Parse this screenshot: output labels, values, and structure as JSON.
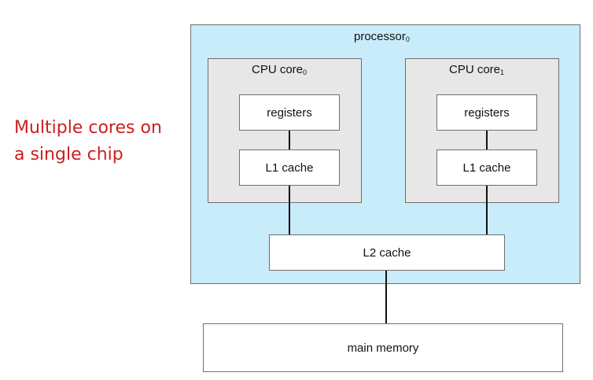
{
  "caption": {
    "line1": "Multiple cores on",
    "line2": "a single chip"
  },
  "diagram": {
    "processor": {
      "label": "processor",
      "subscript": "0"
    },
    "cores": [
      {
        "label": "CPU core",
        "subscript": "0",
        "registers": "registers",
        "l1": "L1 cache"
      },
      {
        "label": "CPU core",
        "subscript": "1",
        "registers": "registers",
        "l1": "L1 cache"
      }
    ],
    "l2": "L2 cache",
    "memory": "main memory"
  },
  "colors": {
    "caption": "#cc1f1f",
    "chip_fill": "#c9ecfb",
    "core_fill": "#e7e7e7",
    "box_fill": "#ffffff"
  }
}
